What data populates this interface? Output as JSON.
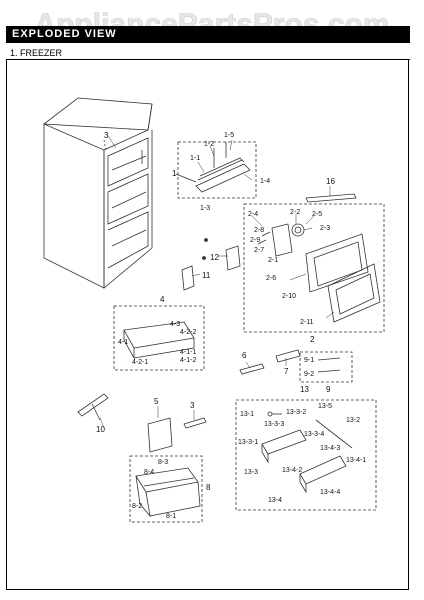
{
  "watermark": "AppliancePartsPros.com",
  "header": {
    "title": "EXPLODED VIEW"
  },
  "section": {
    "label": "1. FREEZER"
  },
  "callouts": {
    "cabinet": "3",
    "c1": "1",
    "c1_1": "1-1",
    "c1_2": "1-2",
    "c1_3": "1-3",
    "c1_4": "1-4",
    "c1_5": "1-5",
    "c2": "2",
    "c2_1": "2-1",
    "c2_2": "2-2",
    "c2_3": "2-3",
    "c2_4": "2-4",
    "c2_5": "2-5",
    "c2_6": "2-6",
    "c2_7": "2-7",
    "c2_8": "2-8",
    "c2_9": "2-9",
    "c2_10": "2-10",
    "c2_11": "2-11",
    "c3": "3",
    "c4": "4",
    "c4_1": "4-1",
    "c4_1_1": "4-1-1",
    "c4_1_2": "4-1-2",
    "c4_2_1": "4-2-1",
    "c4_2_2": "4-2-2",
    "c4_3": "4-3",
    "c5": "5",
    "c6": "6",
    "c7": "7",
    "c8": "8",
    "c8_1": "8-1",
    "c8_2": "8-2",
    "c8_3": "8-3",
    "c8_4": "8-4",
    "c9": "9",
    "c9_1": "9-1",
    "c9_2": "9-2",
    "c10": "10",
    "c11": "11",
    "c12": "12",
    "c13": "13",
    "c13_1": "13-1",
    "c13_2": "13-2",
    "c13_3": "13-3",
    "c13_3_1": "13-3-1",
    "c13_3_2": "13-3-2",
    "c13_3_3": "13-3-3",
    "c13_3_4": "13-3-4",
    "c13_4": "13-4",
    "c13_4_1": "13-4-1",
    "c13_4_2": "13-4-2",
    "c13_4_3": "13-4-3",
    "c13_4_4": "13-4-4",
    "c13_5": "13-5",
    "c16": "16"
  }
}
